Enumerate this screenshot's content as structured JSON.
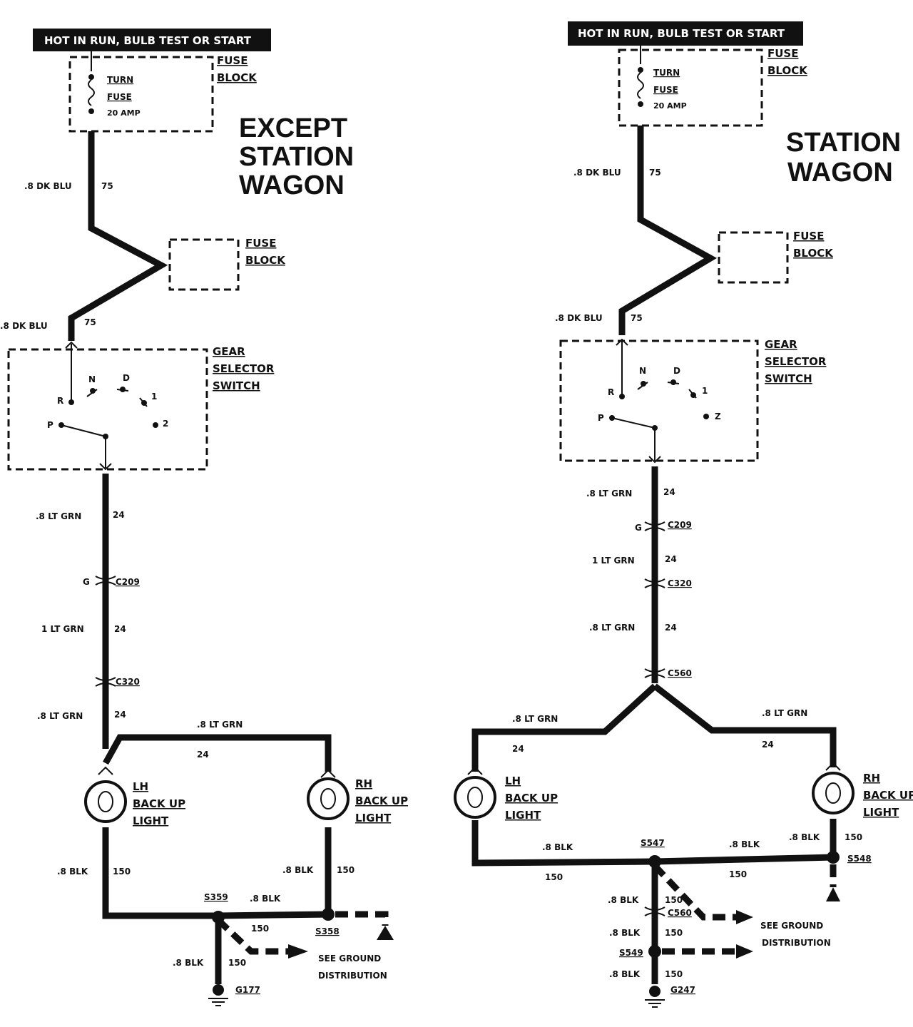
{
  "left": {
    "header": "HOT IN RUN, BULB TEST OR START",
    "fuse_block": [
      "FUSE",
      "BLOCK"
    ],
    "fuse": [
      "TURN",
      "FUSE",
      "20 AMP"
    ],
    "title": [
      "EXCEPT",
      "STATION",
      "WAGON"
    ],
    "wire1": ".8 DK BLU",
    "wire1_num": "75",
    "fuse_block2": [
      "FUSE",
      "BLOCK"
    ],
    "wire2": ".8 DK BLU",
    "wire2_num": "75",
    "switch": [
      "GEAR",
      "SELECTOR",
      "SWITCH"
    ],
    "positions": [
      "R",
      "N",
      "D",
      "1",
      "2",
      "P"
    ],
    "w_ltgrn1": ".8 LT GRN",
    "n24_1": "24",
    "conn_g": "G",
    "c209": "C209",
    "w_ltgrn2": "1 LT GRN",
    "n24_2": "24",
    "c320": "C320",
    "w_ltgrn3": ".8 LT GRN",
    "n24_3": "24",
    "w_ltgrn_top": ".8 LT GRN",
    "n24_top": "24",
    "lh_light": [
      "LH",
      "BACK UP",
      "LIGHT"
    ],
    "rh_light": [
      "RH",
      "BACK UP",
      "LIGHT"
    ],
    "w_blk1": ".8 BLK",
    "n150_1": "150",
    "w_blk2": ".8 BLK",
    "n150_2": "150",
    "s359": "S359",
    "w_blk3": ".8 BLK",
    "n150_3": "150",
    "s358": "S358",
    "w_blk4": ".8 BLK",
    "n150_4": "150",
    "g177": "G177",
    "see_ground": [
      "SEE GROUND",
      "DISTRIBUTION"
    ]
  },
  "right": {
    "header": "HOT IN RUN, BULB TEST OR START",
    "fuse_block": [
      "FUSE",
      "BLOCK"
    ],
    "fuse": [
      "TURN",
      "FUSE",
      "20 AMP"
    ],
    "title": [
      "STATION",
      "WAGON"
    ],
    "wire1": ".8 DK BLU",
    "wire1_num": "75",
    "fuse_block2": [
      "FUSE",
      "BLOCK"
    ],
    "wire2": ".8 DK BLU",
    "wire2_num": "75",
    "switch": [
      "GEAR",
      "SELECTOR",
      "SWITCH"
    ],
    "positions": [
      "R",
      "N",
      "D",
      "1",
      "Z",
      "P"
    ],
    "w_ltgrn1": ".8 LT GRN",
    "n24_1": "24",
    "conn_g": "G",
    "c209": "C209",
    "w_ltgrn2": "1 LT GRN",
    "n24_2": "24",
    "c320": "C320",
    "w_ltgrn3": ".8 LT GRN",
    "n24_3": "24",
    "c560_top": "C560",
    "w_ltgrn_l": ".8 LT GRN",
    "n24_l": "24",
    "w_ltgrn_r": ".8 LT GRN",
    "n24_r": "24",
    "lh_light": [
      "LH",
      "BACK UP",
      "LIGHT"
    ],
    "rh_light": [
      "RH",
      "BACK UP",
      "LIGHT"
    ],
    "w_blk_l": ".8 BLK",
    "n150_l": "150",
    "s547": "S547",
    "w_blk_r": ".8 BLK",
    "n150_r": "150",
    "w_blk_rh": ".8 BLK",
    "n150_rh": "150",
    "s548": "S548",
    "w_blk_a": ".8 BLK",
    "n150_a": "150",
    "c560_bot": "C560",
    "w_blk_b": ".8 BLK",
    "n150_b": "150",
    "s549": "S549",
    "w_blk_c": ".8 BLK",
    "n150_c": "150",
    "g247": "G247",
    "see_ground": [
      "SEE GROUND",
      "DISTRIBUTION"
    ]
  }
}
